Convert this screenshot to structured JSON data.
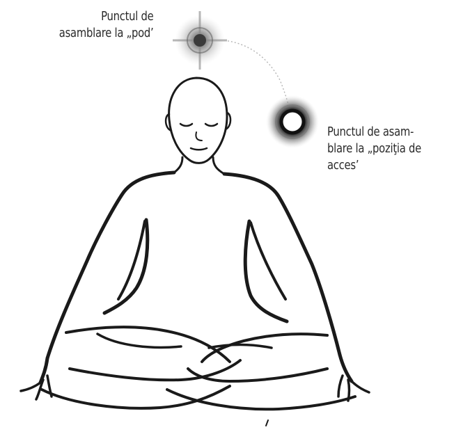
{
  "labels": {
    "pod_point": {
      "lines": [
        "Punctul de",
        "asamblare la „pod’"
      ]
    },
    "access_point": {
      "lines": [
        "Punctul de asam-",
        "blare la „poziţia de",
        "acces’"
      ]
    }
  },
  "colors": {
    "ink": "#1a1a1a",
    "text": "#2a2a2a",
    "background": "#ffffff"
  }
}
